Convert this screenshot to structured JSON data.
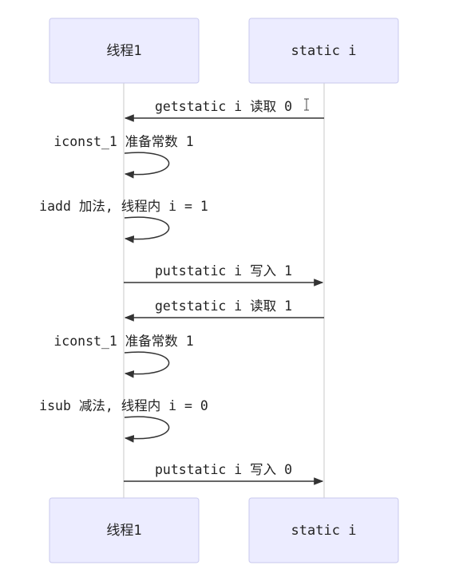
{
  "participants": [
    {
      "label": "线程1"
    },
    {
      "label": "static i"
    }
  ],
  "messages": [
    {
      "label": "getstatic i 读取 0",
      "kind": "arrow",
      "from": 1,
      "to": 0
    },
    {
      "label": "iconst_1 准备常数 1",
      "kind": "self",
      "from": 0,
      "to": 0
    },
    {
      "label": "iadd 加法, 线程内 i = 1",
      "kind": "self",
      "from": 0,
      "to": 0
    },
    {
      "label": "putstatic i 写入 1",
      "kind": "arrow",
      "from": 0,
      "to": 1
    },
    {
      "label": "getstatic i 读取 1",
      "kind": "arrow",
      "from": 1,
      "to": 0
    },
    {
      "label": "iconst_1 准备常数 1",
      "kind": "self",
      "from": 0,
      "to": 0
    },
    {
      "label": "isub 减法, 线程内 i = 0",
      "kind": "self",
      "from": 0,
      "to": 0
    },
    {
      "label": "putstatic i 写入 0",
      "kind": "arrow",
      "from": 0,
      "to": 1
    }
  ],
  "colors": {
    "actor_fill": "#ececff",
    "actor_border": "#c9c9ee",
    "line": "#333333",
    "lifeline": "#d3d3d3"
  }
}
